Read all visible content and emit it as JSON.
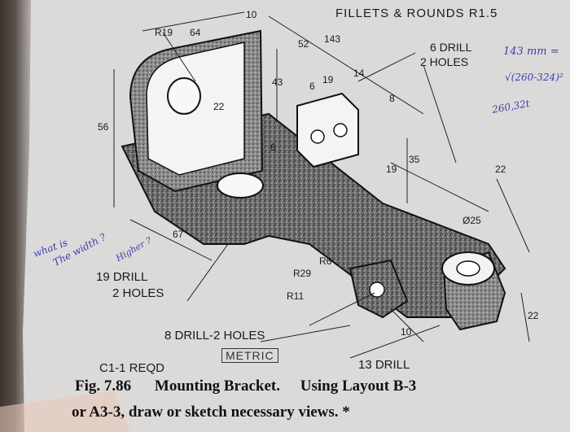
{
  "header": {
    "title": "FILLETS & ROUNDS R1.5"
  },
  "callouts": {
    "drill6": [
      "6 DRILL",
      "2 HOLES"
    ],
    "drill19": [
      "19 DRILL",
      "2 HOLES"
    ],
    "drill8": "8 DRILL-2 HOLES",
    "drill13": "13 DRILL",
    "req": "C1-1 REQD",
    "metric": "METRIC"
  },
  "dimensions": {
    "r19": "R19",
    "d64": "64",
    "d10": "10",
    "d52": "52",
    "d143": "143",
    "d43": "43",
    "d6": "6",
    "d19a": "19",
    "d14": "14",
    "d8": "8",
    "d56": "56",
    "d22a": "22",
    "d6b": "6",
    "d25": "Ø25",
    "d35": "35",
    "d19b": "19",
    "d22b": "22",
    "d67": "67",
    "r6": "R6",
    "r29": "R29",
    "r11": "R11",
    "d10b": "10",
    "d22c": "22"
  },
  "handwriting": {
    "calc1": "143 mm =",
    "calc2": "√(260-324)²",
    "calc3": "260,32t",
    "note1": "what is",
    "note2": "The width ?",
    "note3": "Higher ?"
  },
  "caption": {
    "line1_num": "Fig. 7.86",
    "line1_title": "Mounting Bracket.",
    "line1_rest": "Using Layout B-3",
    "line2": "or A3-3, draw or sketch necessary views. *"
  }
}
